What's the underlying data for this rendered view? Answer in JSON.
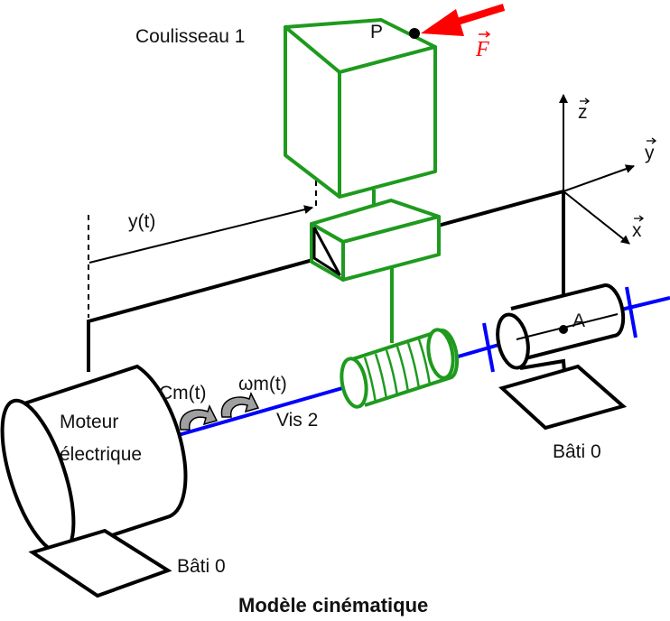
{
  "title": "Modèle cinématique",
  "labels": {
    "slider": "Coulisseau 1",
    "point_p": "P",
    "force": "F",
    "displacement": "y(t)",
    "torque": "Cm(t)",
    "omega": "ωm(t)",
    "screw": "Vis 2",
    "motor_line1": "Moteur",
    "motor_line2": "électrique",
    "frame_right": "Bâti 0",
    "frame_left": "Bâti 0",
    "point_a": "A"
  },
  "axes": {
    "x": "x",
    "y": "y",
    "z": "z"
  },
  "colors": {
    "frame": "#000000",
    "slider": "#1e9a1e",
    "screw_shaft": "#0000ff",
    "force": "#ff0000",
    "arrow_fill": "#a0a0a0"
  }
}
